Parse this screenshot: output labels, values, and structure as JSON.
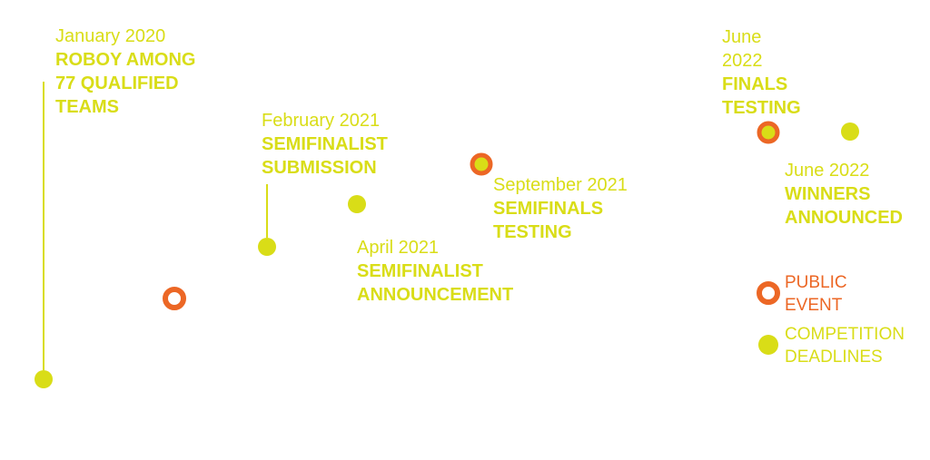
{
  "colors": {
    "deadline": "#d9dd17",
    "public_event": "#ec6725",
    "background": "#ffffff"
  },
  "milestones": [
    {
      "date": "January 2020",
      "title_lines": [
        "ROBOY AMONG",
        "77 QUALIFIED",
        "TEAMS"
      ],
      "kind": "deadline"
    },
    {
      "date": "February 2021",
      "title_lines": [
        "SEMIFINALIST",
        "SUBMISSION"
      ],
      "kind": "deadline"
    },
    {
      "date": "April 2021",
      "title_lines": [
        "SEMIFINALIST",
        "ANNOUNCEMENT"
      ],
      "kind": "deadline"
    },
    {
      "date": "September 2021",
      "title_lines": [
        "SEMIFINALS",
        "TESTING"
      ],
      "kind": "public_event"
    },
    {
      "date_lines": [
        "June",
        "2022"
      ],
      "title_lines": [
        "FINALS",
        "TESTING"
      ],
      "kind": "public_event"
    },
    {
      "date": "June 2022",
      "title_lines": [
        "WINNERS",
        "ANNOUNCED"
      ],
      "kind": "deadline"
    }
  ],
  "legend": {
    "public_event": {
      "lines": [
        "PUBLIC",
        "EVENT"
      ]
    },
    "deadline": {
      "lines": [
        "COMPETITION",
        "DEADLINES"
      ]
    }
  }
}
